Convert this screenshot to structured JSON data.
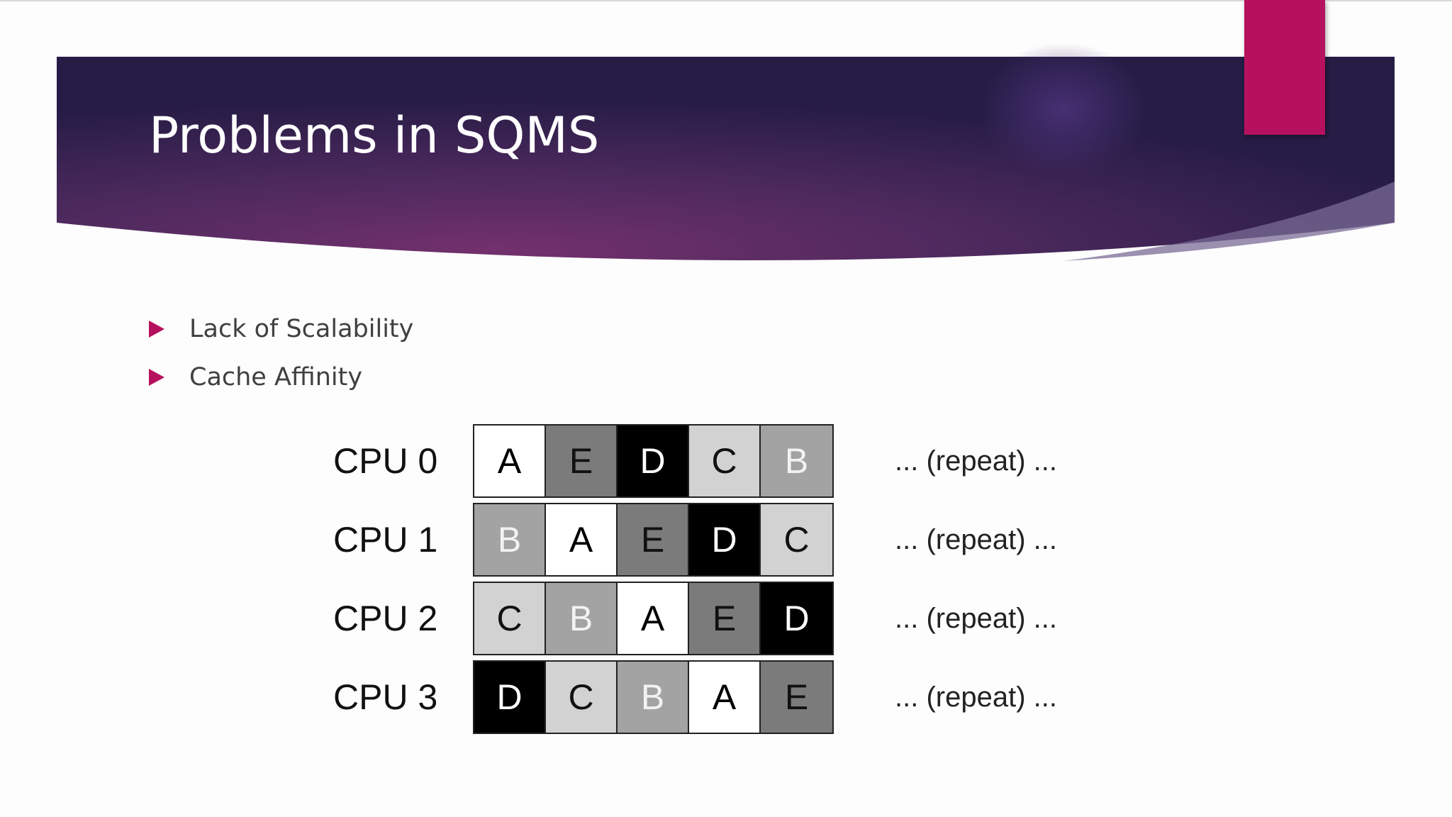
{
  "slide": {
    "title": "Problems in SQMS",
    "bullets": [
      {
        "text": "Lack of Scalability"
      },
      {
        "text": "Cache Affinity"
      }
    ]
  },
  "diagram": {
    "rows": [
      {
        "label": "CPU 0",
        "cells": [
          "A",
          "E",
          "D",
          "C",
          "B"
        ],
        "repeat": "... (repeat) ..."
      },
      {
        "label": "CPU 1",
        "cells": [
          "B",
          "A",
          "E",
          "D",
          "C"
        ],
        "repeat": "... (repeat) ..."
      },
      {
        "label": "CPU 2",
        "cells": [
          "C",
          "B",
          "A",
          "E",
          "D"
        ],
        "repeat": "... (repeat) ..."
      },
      {
        "label": "CPU 3",
        "cells": [
          "D",
          "C",
          "B",
          "A",
          "E"
        ],
        "repeat": "... (repeat) ..."
      }
    ],
    "job_colors": {
      "A": {
        "bg": "#ffffff",
        "fg": "#000000"
      },
      "B": {
        "bg": "#a3a3a3",
        "fg": "#f2f2f2"
      },
      "C": {
        "bg": "#d2d2d2",
        "fg": "#111111"
      },
      "D": {
        "bg": "#000000",
        "fg": "#ffffff"
      },
      "E": {
        "bg": "#7b7b7b",
        "fg": "#111111"
      }
    }
  },
  "theme": {
    "banner_dark": "#2b1d4a",
    "banner_mid": "#6a2b68",
    "accent": "#b6115e"
  }
}
